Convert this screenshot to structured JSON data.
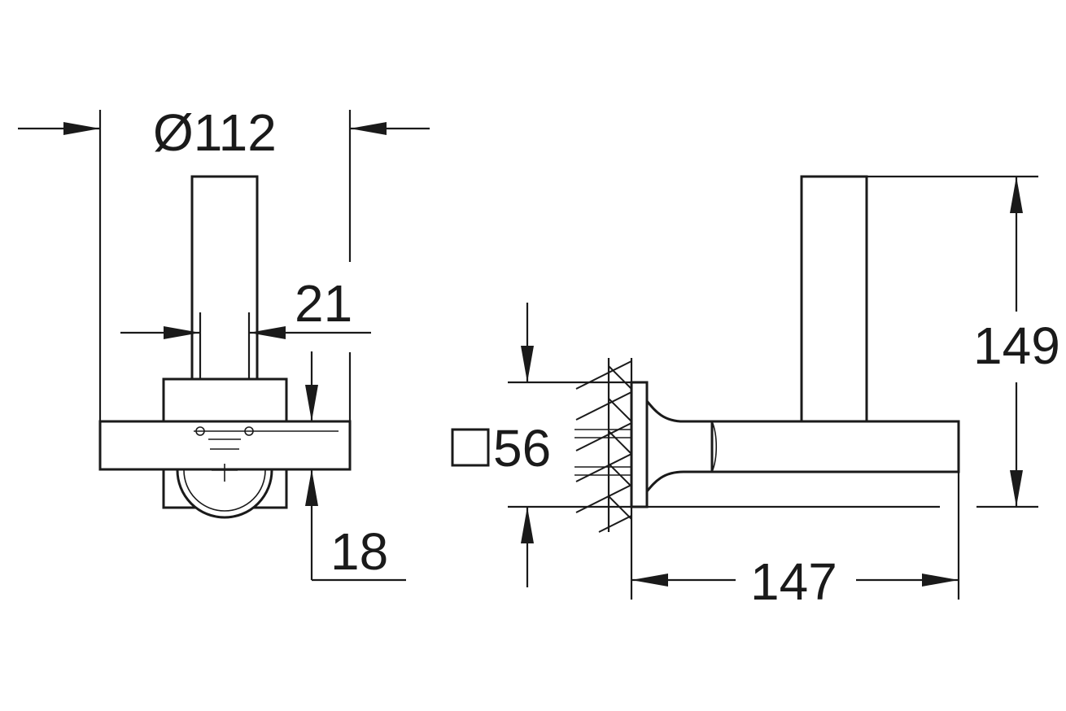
{
  "drawing": {
    "line_color": "#1a1a1a",
    "background": "#ffffff"
  },
  "dimensions": {
    "diameter": "Ø112",
    "bar_width": "21",
    "plate_depth": "18",
    "square_plate": "□56",
    "projection": "147",
    "height": "149"
  },
  "icons": {
    "diameter_symbol": "diameter-symbol",
    "square_symbol": "square-symbol",
    "wall_hatch": "wall-hatch-pattern"
  }
}
